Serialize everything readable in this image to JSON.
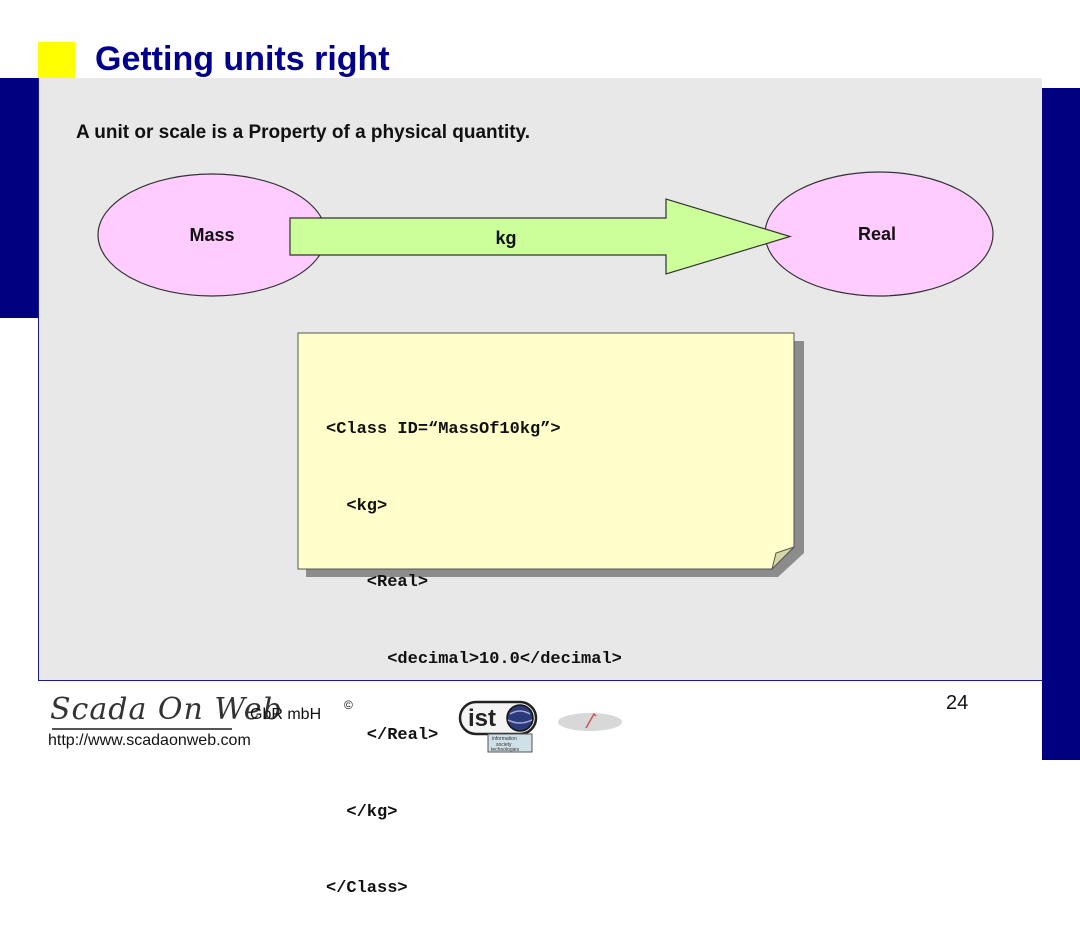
{
  "slide": {
    "title": "Getting units right",
    "subtitle": "A unit or scale is a Property of a physical quantity.",
    "page_number": "24"
  },
  "diagram": {
    "source_node": "Mass",
    "target_node": "Real",
    "arrow_label": "kg",
    "node_fill": "#ffccff",
    "arrow_fill": "#ccff99"
  },
  "code_note": {
    "lines": [
      "<Class ID=“MassOf10kg”>",
      "  <kg>",
      "    <Real>",
      "      <decimal>10.0</decimal>",
      "    </Real>",
      "  </kg>",
      "</Class>"
    ],
    "fill": "#ffffcc"
  },
  "footer": {
    "logo_text": "Scada On Web",
    "company": "GbR mbH",
    "copyright_symbol": "©",
    "url": "http://www.scadaonweb.com",
    "ist_logo_text": "ist",
    "ist_logo_lines": [
      "information",
      "society",
      "technologies"
    ]
  },
  "colors": {
    "title": "#00008b",
    "accent_bar": "#000080",
    "marker": "#ffff00",
    "content_background": "#e8e8e8"
  }
}
